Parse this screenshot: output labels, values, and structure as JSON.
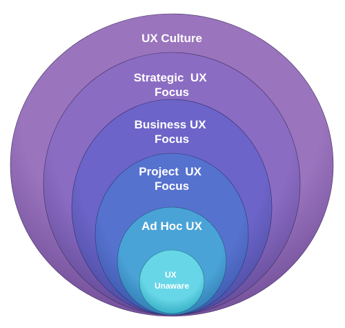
{
  "diagram": {
    "rings": [
      {
        "lines": [
          "UX Culture"
        ],
        "color_light": "#9a74bd",
        "color_dark": "#6f4c97"
      },
      {
        "lines": [
          "Strategic  UX",
          "Focus"
        ],
        "color_light": "#8b6cc3",
        "color_dark": "#5f4894"
      },
      {
        "lines": [
          "Business UX",
          "Focus"
        ],
        "color_light": "#6c64c8",
        "color_dark": "#4a4ba0"
      },
      {
        "lines": [
          "Project  UX",
          "Focus"
        ],
        "color_light": "#5672cf",
        "color_dark": "#3b57a8"
      },
      {
        "lines": [
          "Ad Hoc UX"
        ],
        "color_light": "#4aa3d6",
        "color_dark": "#2f78b0"
      },
      {
        "lines": [
          "UX",
          "Unaware"
        ],
        "color_light": "#67d6e6",
        "color_dark": "#2fa9c0"
      }
    ]
  }
}
